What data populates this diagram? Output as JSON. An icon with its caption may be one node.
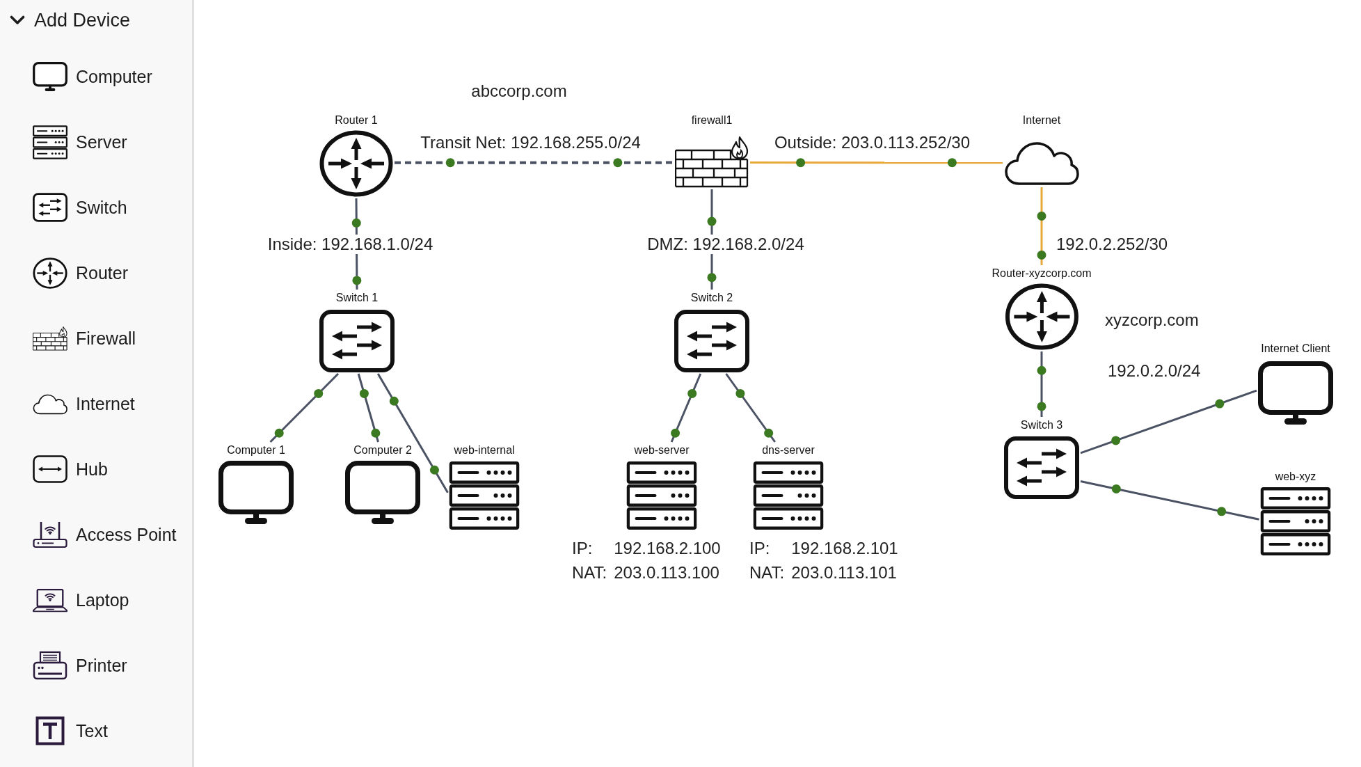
{
  "diagram": {
    "nodes": [
      {
        "text": [
          "Router 1"
        ]
      },
      {
        "text": [
          "firewall1"
        ]
      },
      {
        "text": [
          "Internet"
        ]
      },
      {
        "text": [
          "Router-xyzcorp.com"
        ]
      },
      {
        "text": [
          "Switch 1"
        ]
      },
      {
        "text": [
          "Switch 2"
        ]
      },
      {
        "text": [
          "Internet Client"
        ]
      },
      {
        "text": [
          "Switch 3"
        ]
      },
      {
        "text": [
          "Computer 1"
        ]
      },
      {
        "text": [
          "Computer 2"
        ]
      },
      {
        "text": [
          "web-internal"
        ]
      },
      {
        "text": [
          "web-server"
        ],
        "beside": [
          "IP:",
          "192.168.2.100",
          "NAT:",
          "203.0.113.100"
        ]
      },
      {
        "text": [
          "dns-server"
        ],
        "beside": [
          "IP:",
          "192.168.2.101",
          "NAT:",
          "203.0.113.101"
        ]
      },
      {
        "text": [
          "web-xyz"
        ]
      }
    ],
    "edges": [
      {
        "from": 0,
        "to": 1,
        "arrow": "none",
        "label": "Transit Net: 192.168.255.0/24",
        "style": "dashed"
      },
      {
        "from": 1,
        "to": 2,
        "arrow": "none",
        "label": "Outside: 203.0.113.252/30",
        "color": "#e8a83a"
      },
      {
        "from": 0,
        "to": 4,
        "arrow": "none",
        "label": "Inside: 192.168.1.0/24"
      },
      {
        "from": 1,
        "to": 5,
        "arrow": "none",
        "label": "DMZ: 192.168.2.0/24"
      },
      {
        "from": 2,
        "to": 3,
        "arrow": "none",
        "label": "192.0.2.252/30",
        "color": "#e8a83a"
      },
      {
        "from": 3,
        "to": 7,
        "arrow": "none",
        "label": "192.0.2.0/24"
      },
      {
        "from": 4,
        "to": 8,
        "arrow": "none"
      },
      {
        "from": 4,
        "to": 9,
        "arrow": "none"
      },
      {
        "from": 4,
        "to": 10,
        "arrow": "none"
      },
      {
        "from": 5,
        "to": 11,
        "arrow": "none"
      },
      {
        "from": 5,
        "to": 12,
        "arrow": "none"
      },
      {
        "from": 7,
        "to": 6,
        "arrow": "none"
      },
      {
        "from": 7,
        "to": 13,
        "arrow": "none"
      }
    ],
    "labels": [
      "Add Device",
      "Computer",
      "Server",
      "Switch",
      "Router",
      "Firewall",
      "Internet",
      "Hub",
      "Access Point",
      "Laptop",
      "Printer",
      "Text",
      "abccorp.com",
      "xyzcorp.com"
    ]
  }
}
